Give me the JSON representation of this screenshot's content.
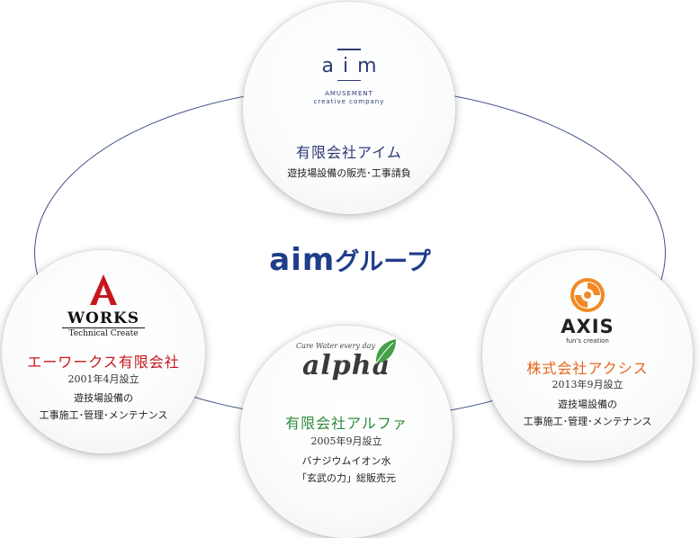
{
  "group": {
    "title_latin": "aim",
    "title_kana": "グループ"
  },
  "companies": [
    {
      "key": "aim",
      "logo_text": "aim",
      "logo_sub_1": "AMUSEMENT",
      "logo_sub_2": "creative company",
      "name": "有限会社アイム",
      "desc": [
        "遊技場設備の販売･工事請負"
      ],
      "color": "#2c3a75"
    },
    {
      "key": "works",
      "logo_text": "WORKS",
      "logo_sub": "Technical Create",
      "name": "エーワークス有限会社",
      "founded": "2001年4月設立",
      "desc": [
        "遊技場設備の",
        "工事施工･管理･メンテナンス"
      ],
      "color": "#c8161d"
    },
    {
      "key": "alpha",
      "logo_tagline": "Care Water every day",
      "logo_text": "alpha",
      "name": "有限会社アルファ",
      "founded": "2005年9月設立",
      "desc": [
        "バナジウムイオン水",
        "「玄武の力」総販売元"
      ],
      "color": "#2e8b3d"
    },
    {
      "key": "axis",
      "logo_text": "AXIS",
      "logo_sub": "fun's creation",
      "name": "株式会社アクシス",
      "founded": "2013年9月設立",
      "desc": [
        "遊技場設備の",
        "工事施工･管理･メンテナンス"
      ],
      "color": "#e5651a"
    }
  ],
  "icons": {
    "works_logo": "works-a-mark-icon",
    "alpha_logo": "green-leaf-icon",
    "axis_logo": "axis-swirl-icon"
  }
}
